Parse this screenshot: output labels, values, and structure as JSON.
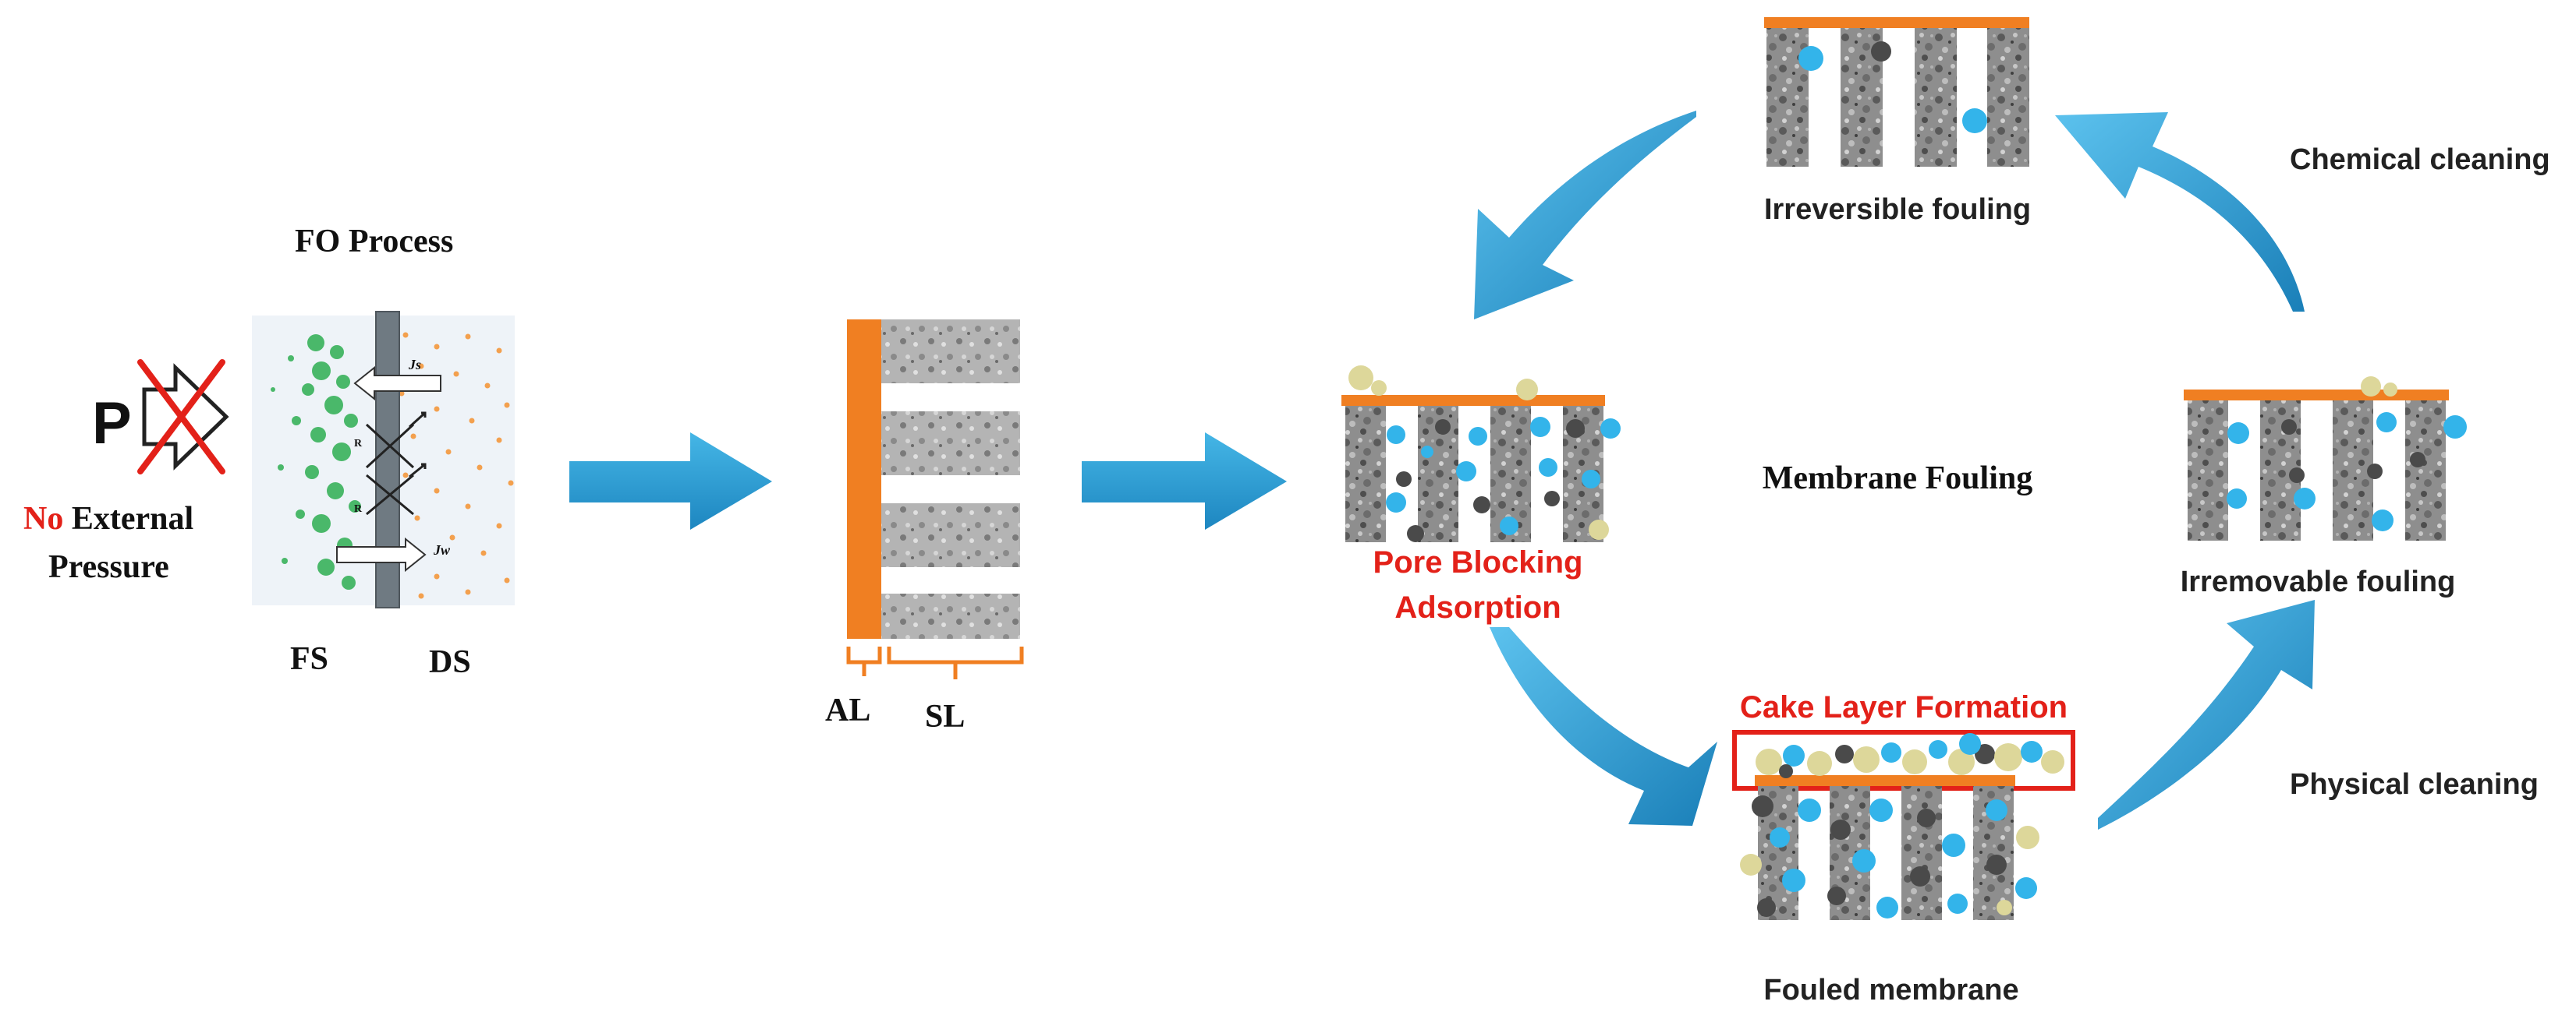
{
  "colors": {
    "orange": "#f07f22",
    "arrow_blue": "#2a9fd6",
    "arrow_blue_dark": "#1b78b0",
    "particle_blue": "#33b4ea",
    "particle_dark": "#4a4a4a",
    "particle_yellow": "#ddd79a",
    "fs_green": "#4ab86a",
    "ds_orange": "#f3a04e",
    "membrane_bg": "#eef3f8",
    "red": "#e32119"
  },
  "fo_panel": {
    "title": "FO Process",
    "pressure_symbol": "P",
    "no_word": "No",
    "external_word": "External",
    "pressure_word": "Pressure",
    "fs_label": "FS",
    "ds_label": "DS",
    "js_label": "Js",
    "jw_label": "Jw",
    "r1_label": "R",
    "r2_label": "R"
  },
  "membrane_structure": {
    "al_label": "AL",
    "sl_label": "SL"
  },
  "fouling_cycle": {
    "pore_blocking_line1": "Pore Blocking",
    "pore_blocking_line2": "Adsorption",
    "membrane_fouling": "Membrane Fouling",
    "irreversible_fouling": "Irreversible fouling",
    "irremovable_fouling": "Irremovable fouling",
    "cake_layer_formation": "Cake Layer Formation",
    "fouled_membrane": "Fouled membrane",
    "chemical_cleaning": "Chemical cleaning",
    "physical_cleaning": "Physical cleaning"
  },
  "icons": [
    "no-pressure-icon",
    "flow-arrow-icon",
    "curved-arrow-icon",
    "membrane-icon",
    "foulant-particle-icon"
  ]
}
